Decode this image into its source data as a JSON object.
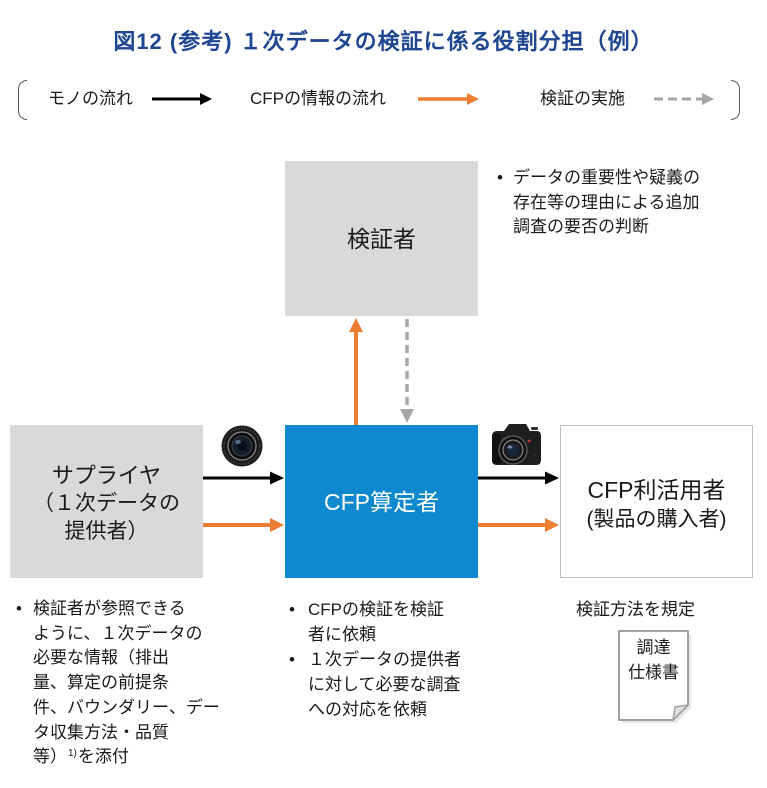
{
  "title": "図12 (参考) １次データの検証に係る役割分担（例）",
  "legend": {
    "goods_flow": "モノの流れ",
    "cfp_info_flow": "CFPの情報の流れ",
    "verification": "検証の実施"
  },
  "boxes": {
    "verifier": {
      "label": "検証者"
    },
    "supplier": {
      "lines": [
        "サプライヤ",
        "（１次データの",
        "提供者）"
      ]
    },
    "calculator": {
      "label": "CFP算定者"
    },
    "user": {
      "lines": [
        "CFP利活用者",
        "(製品の購入者)"
      ]
    }
  },
  "verifier_note": {
    "lines": [
      "データの重要性や疑義の",
      "存在等の理由による追加",
      "調査の要否の判断"
    ]
  },
  "supplier_note": {
    "lines": [
      "検証者が参照できる",
      "ように、１次データの",
      "必要な情報（排出",
      "量、算定の前提条",
      "件、バウンダリー、デー",
      "タ収集方法・品質"
    ],
    "last_line": {
      "text": "等）",
      "footnote": "1)",
      "suffix": "を添付"
    }
  },
  "calculator_notes": [
    {
      "lines": [
        "CFPの検証を検証",
        "者に依頼"
      ]
    },
    {
      "lines": [
        "１次データの提供者",
        "に対して必要な調査",
        "への対応を依頼"
      ]
    }
  ],
  "user_note": "検証方法を規定",
  "document": {
    "lines": [
      "調達",
      "仕様書"
    ]
  },
  "icons": {
    "supplier_goods": "camera-lens-icon",
    "calculator_goods": "camera-icon",
    "procurement_spec": "document-icon"
  },
  "colors": {
    "title_text": "#1f4690",
    "goods_flow_arrow": "#000000",
    "cfp_info_flow_arrow": "#ed7d31",
    "verification_arrow": "#a6a6a6",
    "calculator_box": "#0e89cf",
    "calculator_text": "#ffffff",
    "gray_box": "#d9d9d9",
    "user_box_border": "#bfbfbf"
  }
}
